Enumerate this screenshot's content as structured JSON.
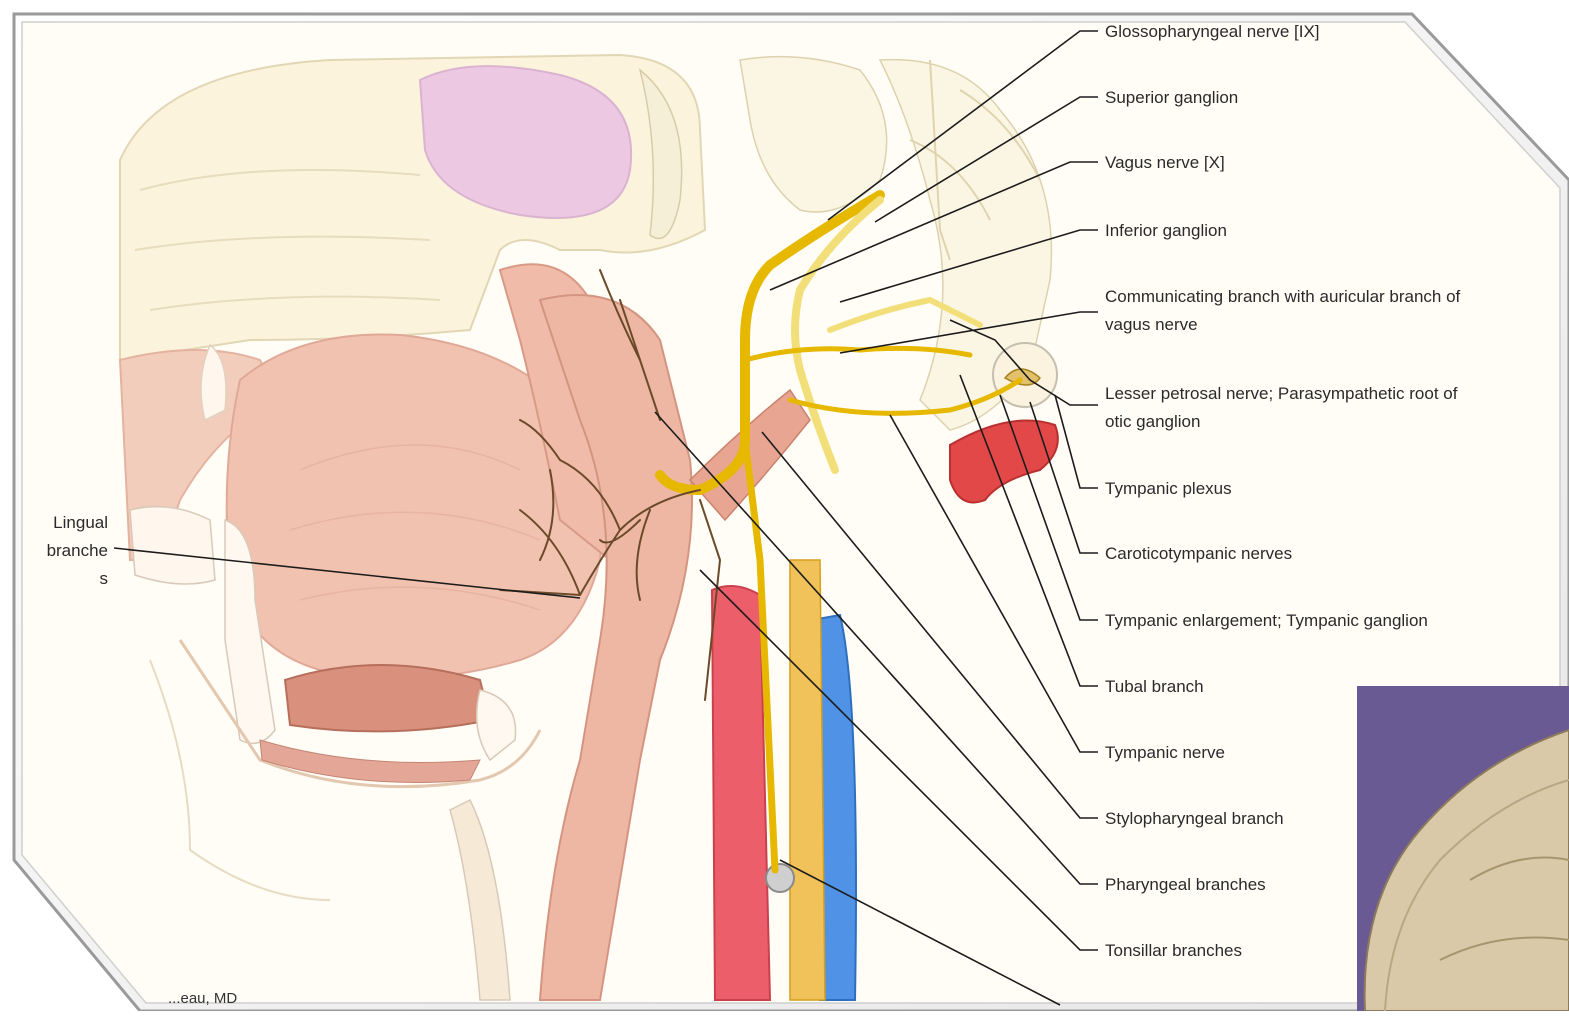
{
  "diagram": {
    "labels_right": [
      "Glossopharyngeal nerve [IX]",
      "Superior ganglion",
      "Vagus nerve [X]",
      "Inferior ganglion",
      "Communicating branch with auricular branch of",
      "vagus nerve",
      "Lesser petrosal nerve; Parasympathetic root of",
      "otic ganglion",
      "Tympanic plexus",
      "Caroticotympanic nerves",
      "Tympanic enlargement; Tympanic ganglion",
      "Tubal branch",
      "Tympanic nerve",
      "Stylopharyngeal branch",
      "Pharyngeal branches",
      "Tonsillar branches"
    ],
    "label_left": [
      "Lingual",
      "branche",
      "s"
    ],
    "credit": "...eau, MD"
  },
  "colors": {
    "nerve": "#e6b800",
    "artery": "#e85a5a",
    "vein": "#4a90e2",
    "tissue": "#f2c2b0",
    "cream": "#fbf5e2",
    "photo_background": "#6a5a94",
    "skull": "#d9c9a8"
  }
}
